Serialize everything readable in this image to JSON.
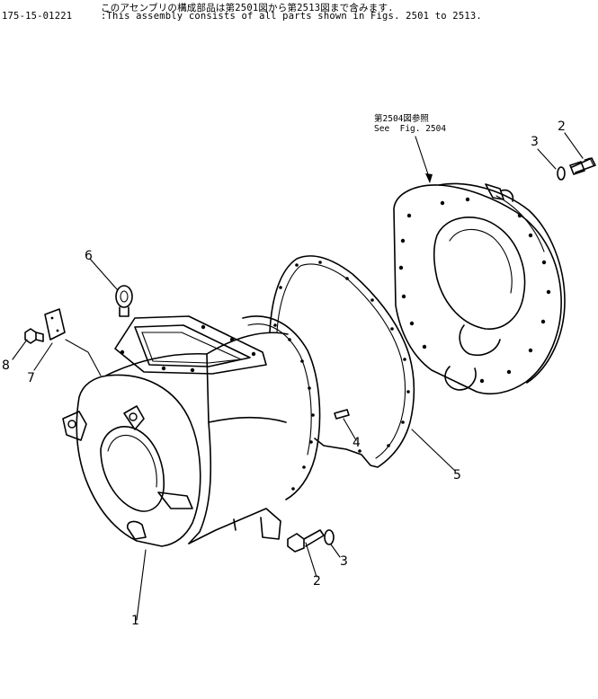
{
  "header": {
    "note_jp": "このアセンブリの構成部品は第2501図から第2513図まで含みます.",
    "part_number": "175-15-01221",
    "note_en": ":This assembly consists of all parts shown in Figs. 2501 to 2513."
  },
  "reference": {
    "jp": "第2504図参照",
    "en": "See  Fig. 2504"
  },
  "callouts": [
    {
      "id": "1",
      "label": "1",
      "part": "housing"
    },
    {
      "id": "2a",
      "label": "2",
      "part": "bolt (upper right)"
    },
    {
      "id": "3a",
      "label": "3",
      "part": "washer (upper right)"
    },
    {
      "id": "2b",
      "label": "2",
      "part": "bolt (lower)"
    },
    {
      "id": "3b",
      "label": "3",
      "part": "washer (lower)"
    },
    {
      "id": "4",
      "label": "4",
      "part": "dowel pin"
    },
    {
      "id": "5",
      "label": "5",
      "part": "gasket"
    },
    {
      "id": "6",
      "label": "6",
      "part": "eye bolt"
    },
    {
      "id": "7",
      "label": "7",
      "part": "cover"
    },
    {
      "id": "8",
      "label": "8",
      "part": "bolt"
    }
  ]
}
